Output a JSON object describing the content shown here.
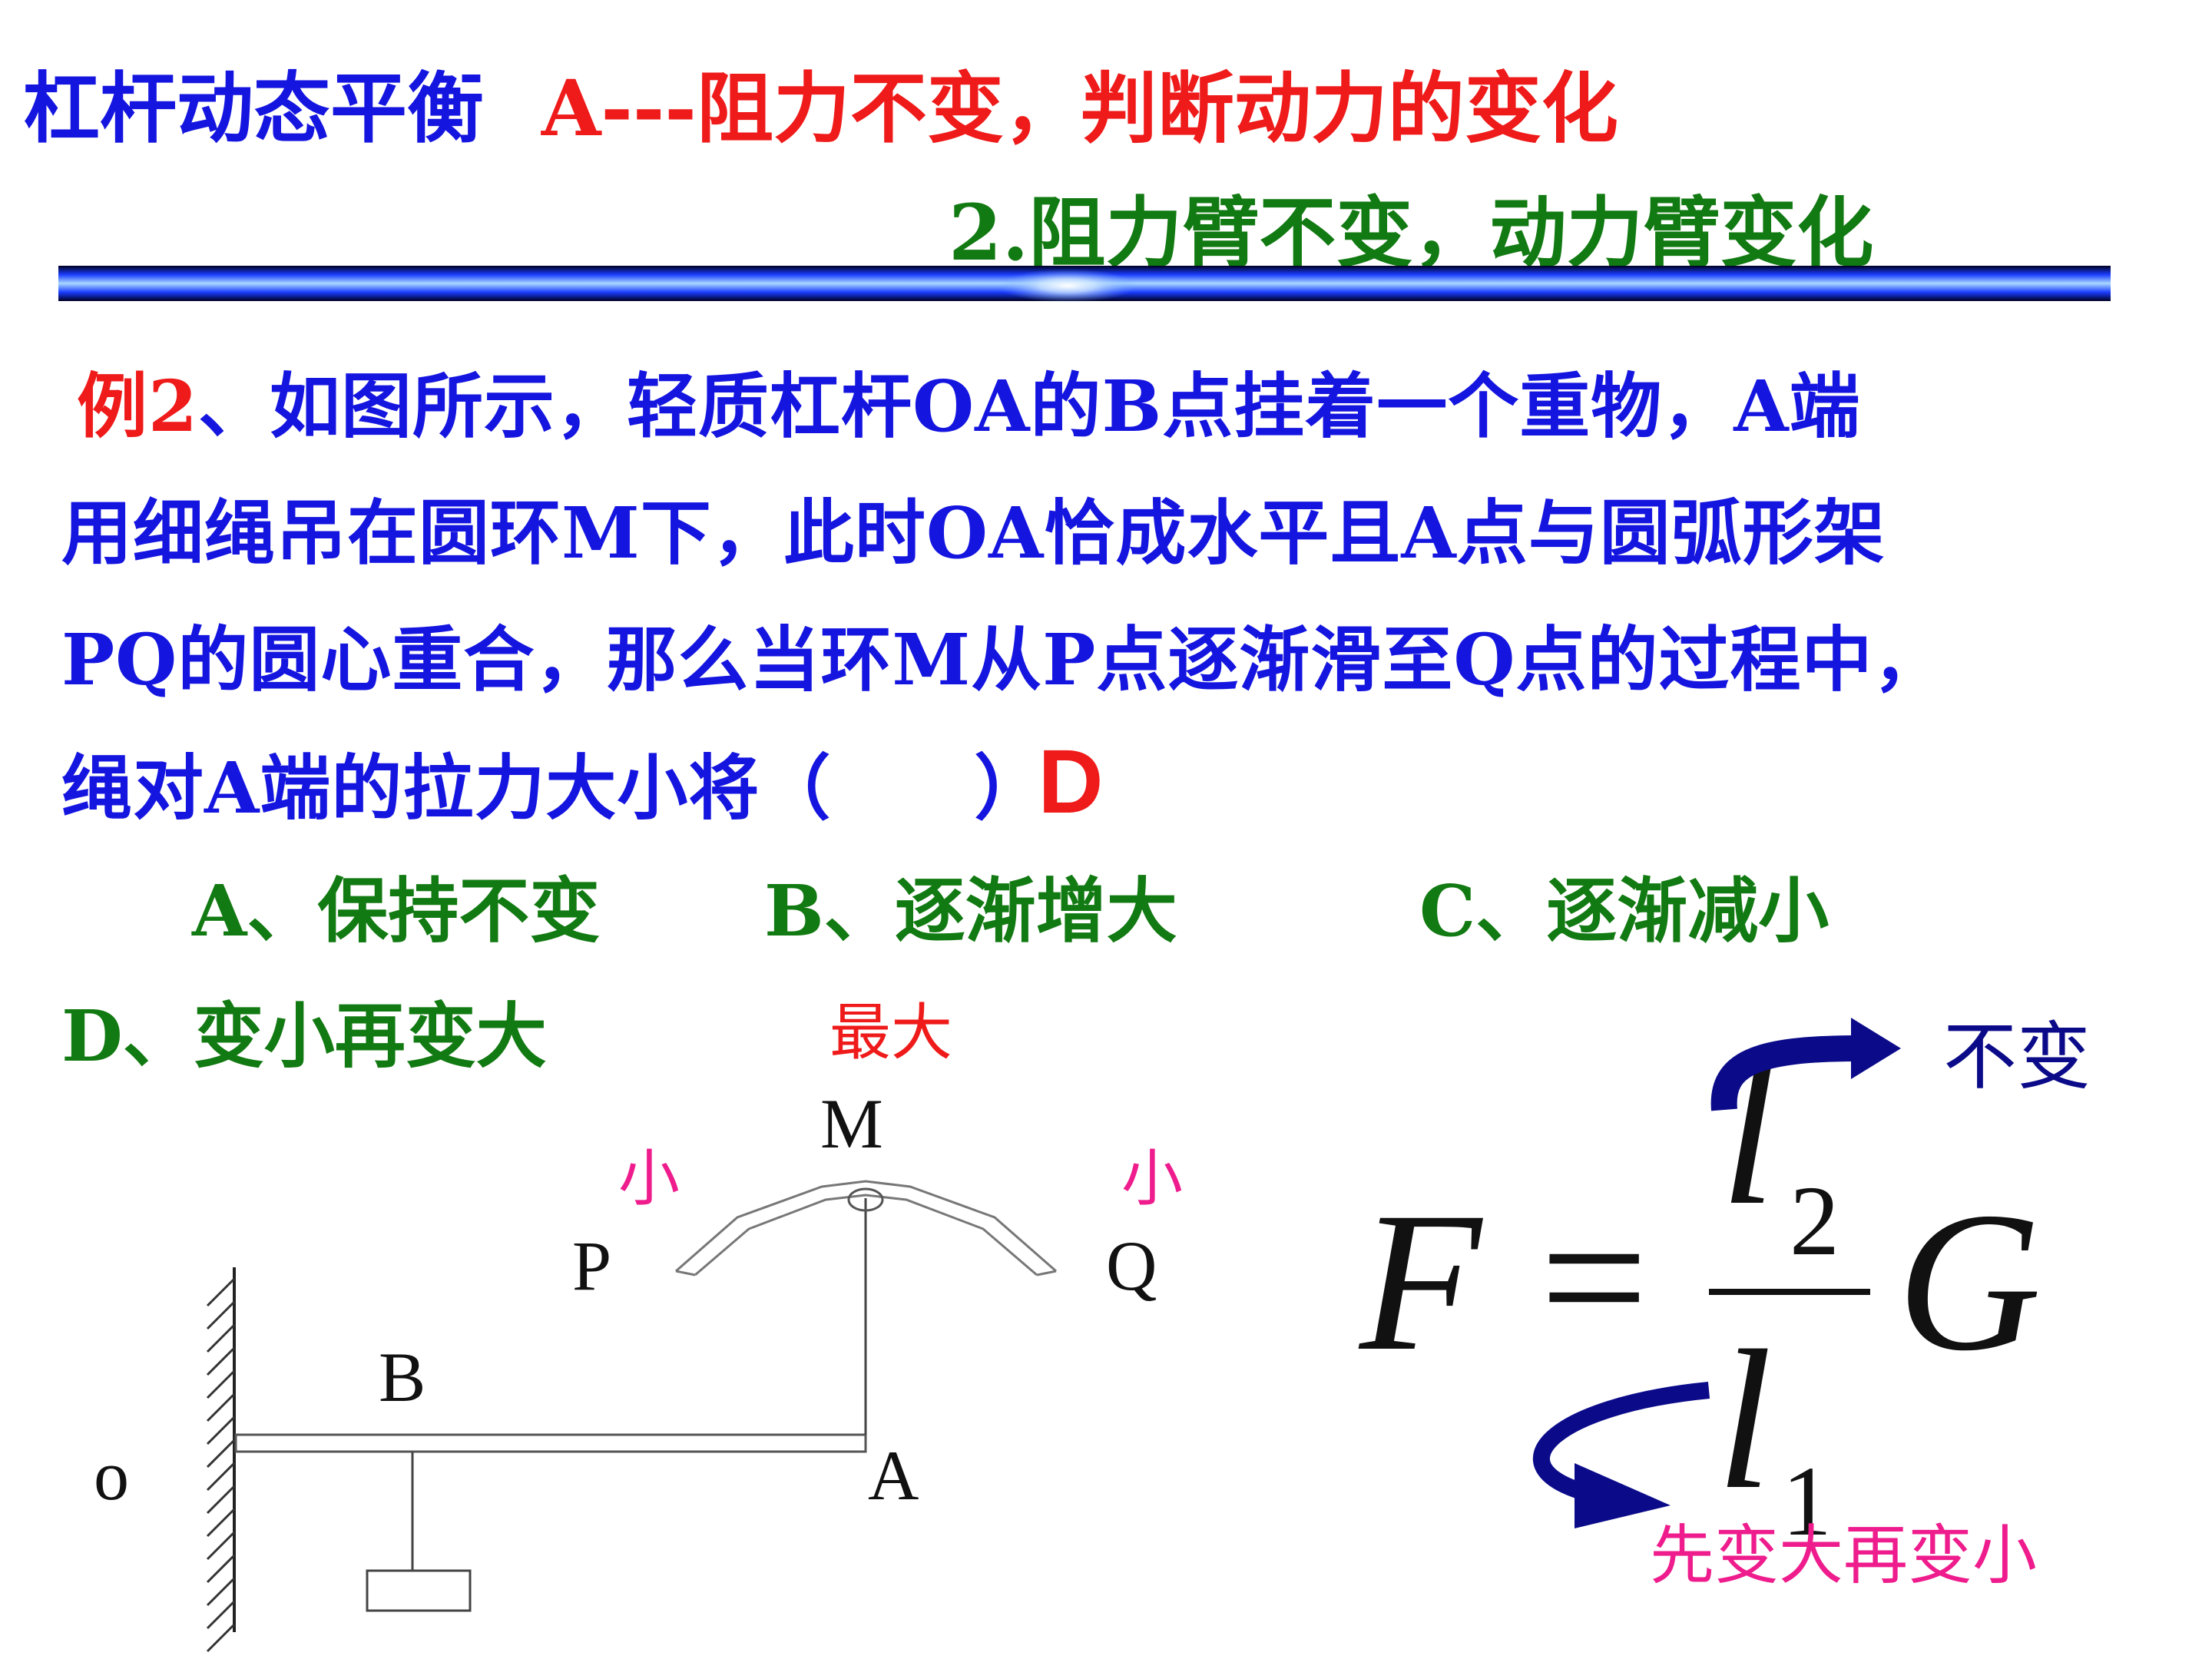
{
  "heading": {
    "part1": "杠杆动态平衡",
    "part2": "A---",
    "part3": "阻力不变，判断动力的变化",
    "subtitle": "2.阻力臂不变，动力臂变化"
  },
  "question": {
    "prefix": "例2",
    "line1": "、如图所示，轻质杠杆OA的B点挂着一个重物，A端",
    "line2": "用细绳吊在圆环M下，此时OA恰成水平且A点与圆弧形架",
    "line3": "PQ的圆心重合，那么当环M从P点逐渐滑至Q点的过程中，",
    "line4": "绳对A端的拉力大小将（　　）",
    "answer": "D"
  },
  "options": {
    "a": "A、保持不变",
    "b": "B、逐渐增大",
    "c": "C、逐渐减小",
    "d": "D、变小再变大"
  },
  "figure": {
    "label_max": "最大",
    "label_m": "M",
    "label_small_left": "小",
    "label_small_right": "小",
    "label_p": "P",
    "label_q": "Q",
    "label_b": "B",
    "label_o": "o",
    "label_a": "A"
  },
  "formula": {
    "lhs": "F",
    "eq": "=",
    "num": "l",
    "num_sub": "2",
    "den": "l",
    "den_sub": "1",
    "rhs": "G",
    "note_top": "不变",
    "note_bottom": "先变大再变小"
  },
  "colors": {
    "blue": "#1515e0",
    "red": "#ef1a1a",
    "green": "#127a12",
    "navy": "#0b0b8a",
    "pink": "#ee1c8c"
  }
}
